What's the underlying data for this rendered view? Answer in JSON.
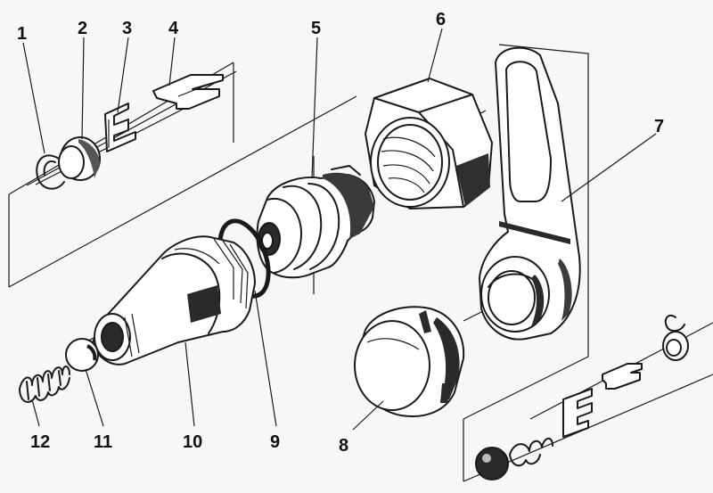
{
  "figure": {
    "callouts": [
      {
        "id": "1",
        "label": "1"
      },
      {
        "id": "2",
        "label": "2"
      },
      {
        "id": "3",
        "label": "3"
      },
      {
        "id": "4",
        "label": "4"
      },
      {
        "id": "5",
        "label": "5"
      },
      {
        "id": "6",
        "label": "6"
      },
      {
        "id": "7",
        "label": "7"
      },
      {
        "id": "8",
        "label": "8"
      },
      {
        "id": "9",
        "label": "9"
      },
      {
        "id": "10",
        "label": "10"
      },
      {
        "id": "11",
        "label": "11"
      },
      {
        "id": "12",
        "label": "12"
      }
    ]
  }
}
